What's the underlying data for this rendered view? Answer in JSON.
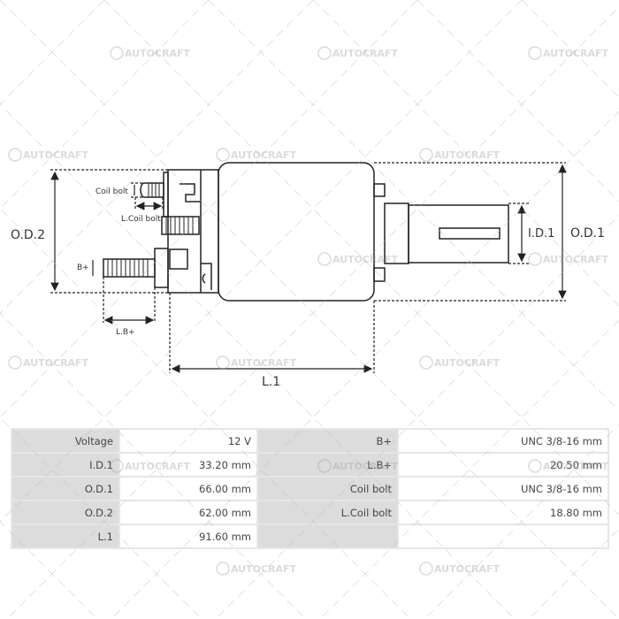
{
  "diagram": {
    "labels": {
      "od2": "O.D.2",
      "od1": "O.D.1",
      "id1": "I.D.1",
      "l1": "L.1",
      "coil_bolt": "Coil bolt",
      "l_coil_bolt": "L.Coil bolt",
      "b_plus": "B+",
      "l_b_plus": "L.B+"
    },
    "watermark": "AUTOCRAFT"
  },
  "specs": {
    "rows": [
      {
        "k1": "Voltage",
        "v1": "12 V",
        "k2": "B+",
        "v2": "UNC 3/8-16 mm"
      },
      {
        "k1": "I.D.1",
        "v1": "33.20 mm",
        "k2": "L.B+",
        "v2": "20.50 mm"
      },
      {
        "k1": "O.D.1",
        "v1": "66.00 mm",
        "k2": "Coil bolt",
        "v2": "UNC 3/8-16 mm"
      },
      {
        "k1": "O.D.2",
        "v1": "62.00 mm",
        "k2": "L.Coil bolt",
        "v2": "18.80 mm"
      },
      {
        "k1": "L.1",
        "v1": "91.60 mm",
        "k2": "",
        "v2": ""
      }
    ]
  }
}
